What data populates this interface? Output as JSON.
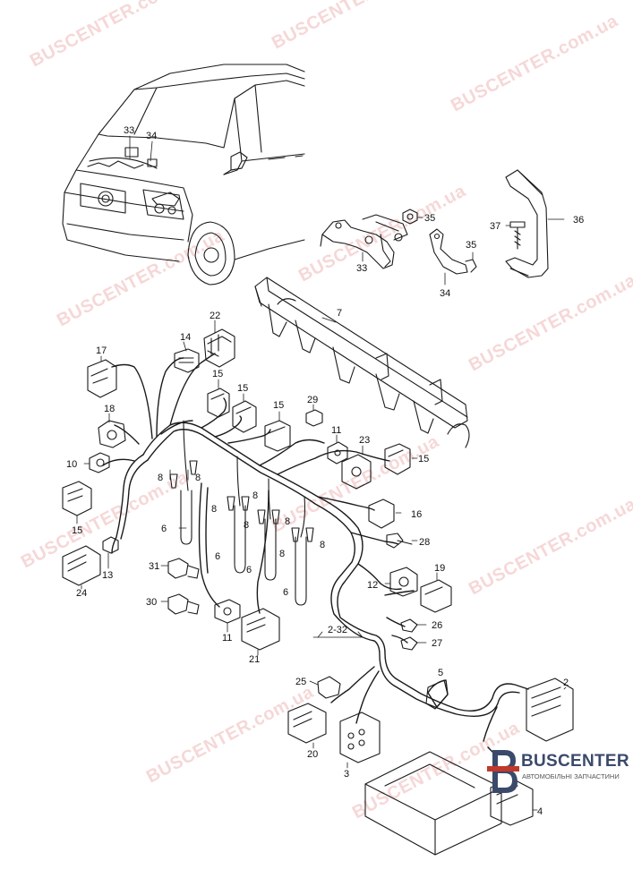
{
  "watermark": "BUSCENTER.com.ua",
  "callouts": {
    "c33a": "33",
    "c34a": "34",
    "c35a": "35",
    "c33b": "33",
    "c35b": "35",
    "c34b": "34",
    "c37": "37",
    "c36": "36",
    "c7": "7",
    "c22": "22",
    "c14": "14",
    "c17": "17",
    "c15a": "15",
    "c15b": "15",
    "c15c": "15",
    "c15d": "15",
    "c15e": "15",
    "c18": "18",
    "c10": "10",
    "c29": "29",
    "c11a": "11",
    "c23": "23",
    "c8a": "8",
    "c8b": "8",
    "c8c": "8",
    "c8d": "8",
    "c8e": "8",
    "c8f": "8",
    "c8g": "8",
    "c8h": "8",
    "c6a": "6",
    "c6b": "6",
    "c6c": "6",
    "c6d": "6",
    "c16": "16",
    "c28": "28",
    "c13": "13",
    "c24": "24",
    "c31": "31",
    "c30": "30",
    "c11b": "11",
    "c21": "21",
    "c12": "12",
    "c19": "19",
    "c26": "26",
    "c27": "27",
    "c2_32": "2-32",
    "c5": "5",
    "c2": "2",
    "c25": "25",
    "c20": "20",
    "c3": "3",
    "c4": "4"
  },
  "logo": {
    "title": "BUSCENTER",
    "subtitle": "АВТОМОБІЛЬНІ ЗАПЧАСТИНИ"
  },
  "colors": {
    "line": "#1a1a1a",
    "watermark": "#f0b8b8",
    "brand": "#3b4a6b",
    "brand_accent": "#c0392b"
  }
}
